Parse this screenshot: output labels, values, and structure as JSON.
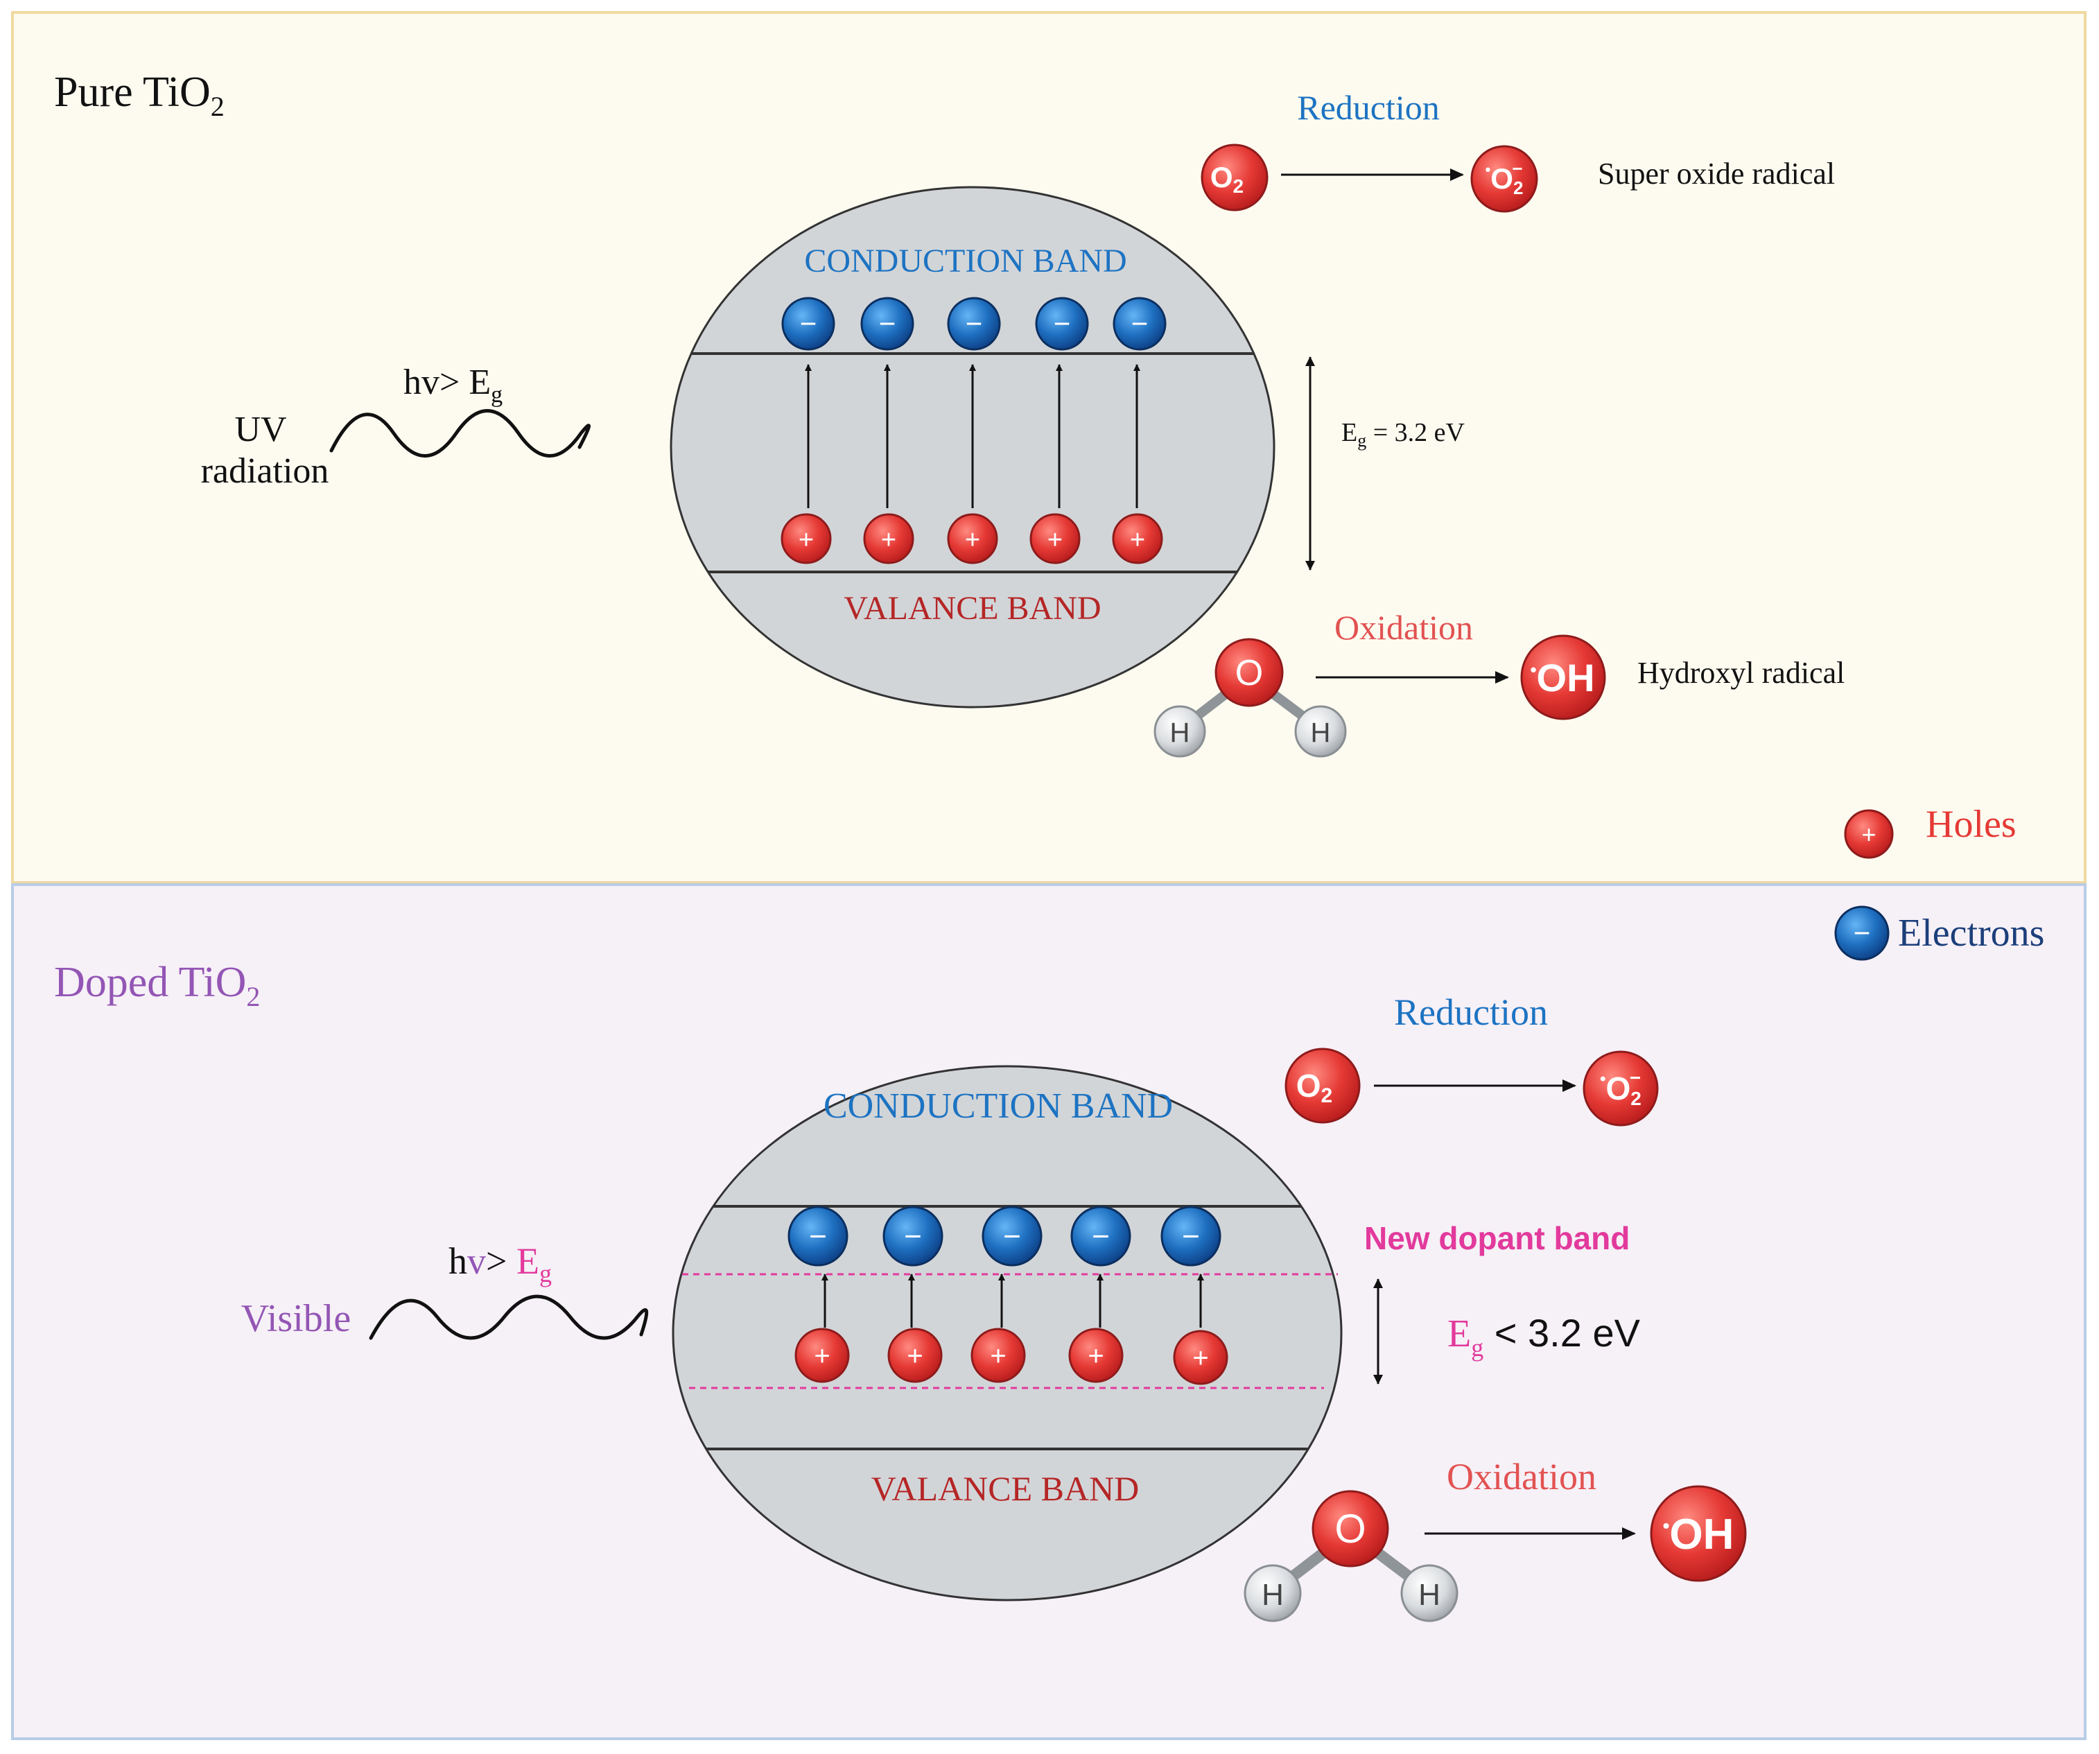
{
  "colors": {
    "top_panel_bg": "#fdfbf0",
    "top_panel_border": "#efd9a0",
    "bottom_panel_bg": "#f6f0f7",
    "bottom_panel_border": "#b8cde6",
    "band_fill": "#d2d5d8",
    "electron_blue": "#1f6fbf",
    "hole_red": "#e53935",
    "conduction_text": "#1d73c2",
    "valance_text": "#b52626",
    "oxidation_text": "#e25252",
    "purple": "#9356b4",
    "pink": "#e23a9c",
    "electrons_legend_text": "#1b3f7a"
  },
  "pure": {
    "title_main": "Pure TiO",
    "title_sub": "2",
    "conduction_label": "CONDUCTION BAND",
    "valance_label": "VALANCE BAND",
    "source_line1": "UV",
    "source_line2": "radiation",
    "energy_main": "hv> E",
    "energy_sub": "g",
    "gap_main": "E",
    "gap_sub": "g",
    "gap_value": " = 3.2 eV",
    "reduction_label": "Reduction",
    "superoxide_label": "Super oxide radical",
    "oxidation_label": "Oxidation",
    "hydroxyl_label": "Hydroxyl radical"
  },
  "doped": {
    "title_main": "Doped TiO",
    "title_sub": "2",
    "conduction_label": "CONDUCTION BAND",
    "valance_label": "VALANCE BAND",
    "source_label": "Visible",
    "energy_h": "h",
    "energy_v": "v",
    "energy_gt": "> ",
    "energy_E": "E",
    "energy_sub": "g",
    "dopant_label": "New dopant band",
    "gap_main": "E",
    "gap_sub": "g",
    "gap_value": " < 3.2 eV",
    "reduction_label": "Reduction",
    "oxidation_label": "Oxidation"
  },
  "molecules": {
    "o2_main": "O",
    "o2_sub": "2",
    "superoxide_dot": "•",
    "superoxide_main": "O",
    "superoxide_sub": "2",
    "superoxide_charge": "−",
    "hydroxyl_dot": "•",
    "hydroxyl_main": "OH",
    "oxygen_atom": "O",
    "hydrogen_atom": "H",
    "electron_symbol": "−",
    "hole_symbol": "+"
  },
  "legend": {
    "holes_label": "Holes",
    "electrons_label": "Electrons"
  }
}
